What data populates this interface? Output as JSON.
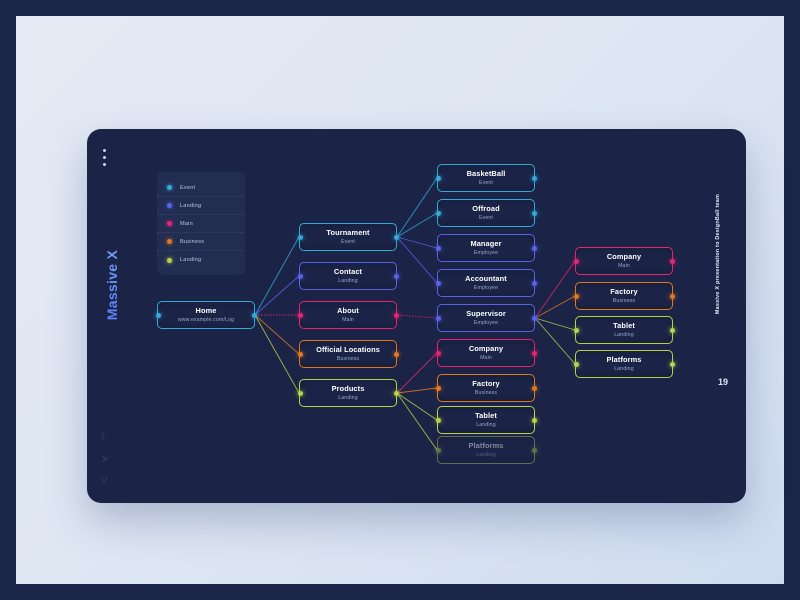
{
  "slide": {
    "brand": "Massive X",
    "footer_note": "Massive X presentation to DesignBall team",
    "page_number": "19",
    "social": [
      "f",
      "➤",
      "V"
    ],
    "colors": {
      "background": "#1b2547",
      "slide_bg": "#e4eaf4",
      "card_bg": "#1b2447",
      "event": "#35a9d8",
      "landing_blue": "#5a63e8",
      "main": "#e5256e",
      "business": "#e07820",
      "landing_green": "#b9d24a",
      "brand": "#5b84f9"
    }
  },
  "legend": {
    "items": [
      {
        "label": "Event",
        "color": "#35a9d8"
      },
      {
        "label": "Landing",
        "color": "#5a63e8"
      },
      {
        "label": "Main",
        "color": "#e5256e"
      },
      {
        "label": "Business",
        "color": "#e07820"
      },
      {
        "label": "Landing",
        "color": "#b9d24a"
      }
    ]
  },
  "sitemap": {
    "root": {
      "title": "Home",
      "subtitle": "www.example.com/Log",
      "color": "#35a9d8"
    },
    "columns": [
      {
        "name": "level-1",
        "nodes": [
          {
            "title": "Tournament",
            "subtitle": "Event",
            "color": "#35a9d8",
            "dim": false
          },
          {
            "title": "Contact",
            "subtitle": "Landing",
            "color": "#5a63e8",
            "dim": false
          },
          {
            "title": "About",
            "subtitle": "Main",
            "color": "#e5256e",
            "dim": false
          },
          {
            "title": "Official Locations",
            "subtitle": "Business",
            "color": "#e07820",
            "dim": false
          },
          {
            "title": "Products",
            "subtitle": "Landing",
            "color": "#b9d24a",
            "dim": false
          }
        ]
      },
      {
        "name": "level-2",
        "nodes": [
          {
            "title": "BasketBall",
            "subtitle": "Event",
            "color": "#35a9d8",
            "dim": false
          },
          {
            "title": "Offroad",
            "subtitle": "Event",
            "color": "#35a9d8",
            "dim": false
          },
          {
            "title": "Manager",
            "subtitle": "Employee",
            "color": "#5a63e8",
            "dim": false
          },
          {
            "title": "Accountant",
            "subtitle": "Employee",
            "color": "#5a63e8",
            "dim": false
          },
          {
            "title": "Supervisor",
            "subtitle": "Employee",
            "color": "#5a63e8",
            "dim": false
          },
          {
            "title": "Company",
            "subtitle": "Main",
            "color": "#e5256e",
            "dim": false
          },
          {
            "title": "Factory",
            "subtitle": "Business",
            "color": "#e07820",
            "dim": false
          },
          {
            "title": "Tablet",
            "subtitle": "Landing",
            "color": "#b9d24a",
            "dim": false
          },
          {
            "title": "Platforms",
            "subtitle": "Landing",
            "color": "#b9d24a",
            "dim": true
          }
        ]
      },
      {
        "name": "level-3",
        "nodes": [
          {
            "title": "Company",
            "subtitle": "Main",
            "color": "#e5256e",
            "dim": false
          },
          {
            "title": "Factory",
            "subtitle": "Business",
            "color": "#e07820",
            "dim": false
          },
          {
            "title": "Tablet",
            "subtitle": "Landing",
            "color": "#b9d24a",
            "dim": false
          },
          {
            "title": "Platforms",
            "subtitle": "Landing",
            "color": "#b9d24a",
            "dim": false
          }
        ]
      }
    ]
  }
}
